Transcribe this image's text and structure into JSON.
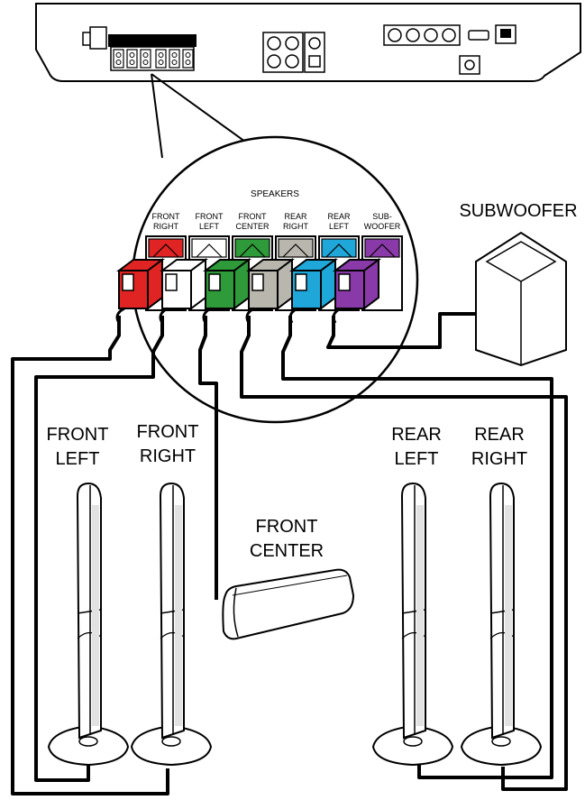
{
  "panel": {
    "speakers_title": "SPEAKERS",
    "connectors": [
      {
        "id": "front-right",
        "line1": "FRONT",
        "line2": "RIGHT",
        "color": "#e02424"
      },
      {
        "id": "front-left",
        "line1": "FRONT",
        "line2": "LEFT",
        "color": "#ffffff"
      },
      {
        "id": "front-center",
        "line1": "FRONT",
        "line2": "CENTER",
        "color": "#2f9a3a"
      },
      {
        "id": "rear-right",
        "line1": "REAR",
        "line2": "RIGHT",
        "color": "#b9b6ad"
      },
      {
        "id": "rear-left",
        "line1": "REAR",
        "line2": "LEFT",
        "color": "#1ea7d8"
      },
      {
        "id": "subwoofer",
        "line1": "SUB-",
        "line2": "WOOFER",
        "color": "#8a3aa8"
      }
    ]
  },
  "speakers": {
    "subwoofer": "SUBWOOFER",
    "front_left": [
      "FRONT",
      "LEFT"
    ],
    "front_right": [
      "FRONT",
      "RIGHT"
    ],
    "front_center": [
      "FRONT",
      "CENTER"
    ],
    "rear_left": [
      "REAR",
      "LEFT"
    ],
    "rear_right": [
      "REAR",
      "RIGHT"
    ]
  },
  "colors": {
    "line": "#000000",
    "speaker_body": "#ffffff",
    "speaker_shade": "#d8d8d8"
  }
}
